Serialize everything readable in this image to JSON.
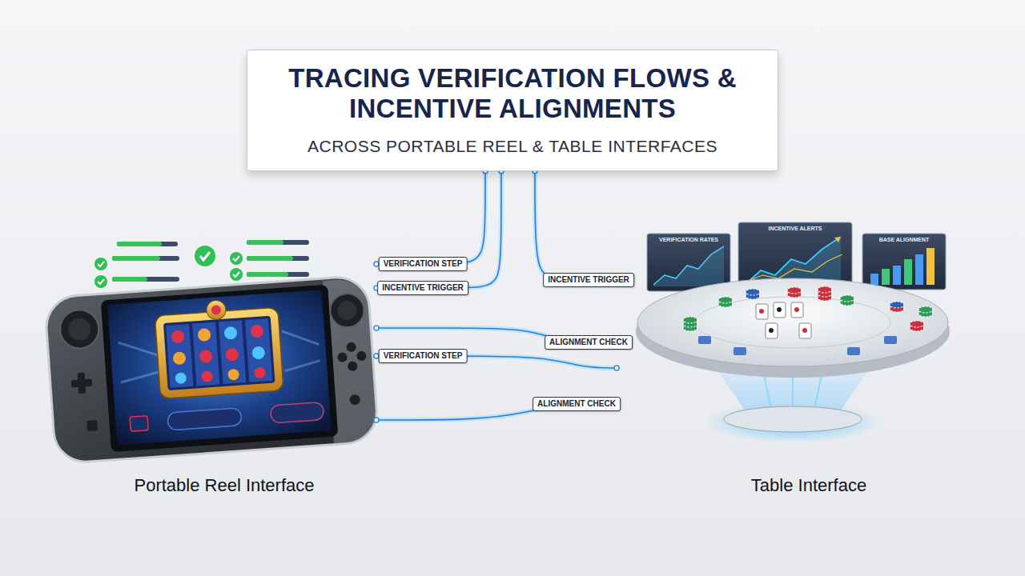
{
  "diagram": {
    "nodes": [
      {
        "text": [
          "TRACING VERIFICATION FLOWS & INCENTIVE ALIGNMENTS",
          "ACROSS PORTABLE REEL & TABLE INTERFACES"
        ]
      },
      {
        "text": [
          "Portable Reel Interface"
        ]
      },
      {
        "text": [
          "Table Interface"
        ]
      }
    ],
    "edges": [
      {
        "from": 0,
        "to": 1,
        "label": "VERIFICATION STEP",
        "arrow": "none"
      },
      {
        "from": 0,
        "to": 1,
        "label": "INCENTIVE TRIGGER",
        "arrow": "none"
      },
      {
        "from": 1,
        "to": 2,
        "label": "VERIFICATION STEP",
        "arrow": "none"
      },
      {
        "from": 0,
        "to": 2,
        "label": "INCENTIVE TRIGGER",
        "arrow": "none"
      },
      {
        "from": 1,
        "to": 2,
        "label": "ALIGNMENT CHECK",
        "arrow": "none"
      },
      {
        "from": 1,
        "to": 2,
        "label": "ALIGNMENT CHECK",
        "arrow": "none"
      }
    ],
    "labels": [
      "VERIFICATION RATES",
      "INCENTIVE ALERTS",
      "BASE ALIGNMENT"
    ]
  }
}
